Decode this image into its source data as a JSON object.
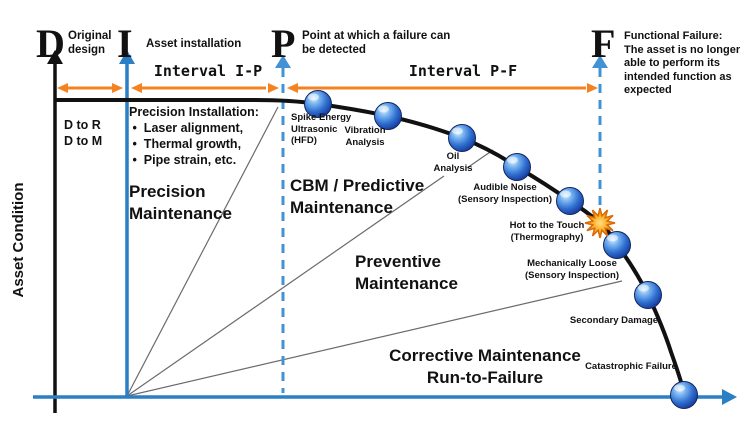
{
  "y_axis": {
    "label": "Asset Condition"
  },
  "markers": {
    "d": {
      "letter": "D",
      "description": "Original\ndesign"
    },
    "i": {
      "letter": "I",
      "description": "Asset installation"
    },
    "p": {
      "letter": "P",
      "description": "Point at which a failure can\nbe detected"
    },
    "f": {
      "letter": "F",
      "description": "Functional Failure:\nThe asset is no longer\nable to perform its\nintended function as\nexpected"
    }
  },
  "intervals": {
    "i_p": "Interval I-P",
    "p_f": "Interval P-F"
  },
  "annotations": {
    "d_to": "D to R\nD to M",
    "precision_installation": "Precision Installation:\n •  Laser alignment,\n •  Thermal growth,\n •  Pipe strain, etc."
  },
  "zones": {
    "precision": "Precision\nMaintenance",
    "cbm_predictive": "CBM / Predictive\nMaintenance",
    "preventive": "Preventive\nMaintenance",
    "corrective": "Corrective Maintenance\nRun-to-Failure"
  },
  "failure_points": [
    {
      "label": "Spike Energy\nUltrasonic\n(HFD)"
    },
    {
      "label": "Vibration\nAnalysis"
    },
    {
      "label": "Oil\nAnalysis"
    },
    {
      "label": "Audible Noise\n(Sensory Inspection)"
    },
    {
      "label": "Hot to the Touch\n(Thermography)"
    },
    {
      "label": "Mechanically Loose\n(Sensory Inspection)"
    },
    {
      "label": "Secondary Damage"
    },
    {
      "label": "Catastrophic Failure"
    }
  ],
  "colors": {
    "axis_blue": "#2a7fc5",
    "dashed_blue": "#4393d4",
    "interval_orange": "#f58220",
    "curve_black": "#111111",
    "divider_gray": "#6b6b6b",
    "sphere_blue": "#2f6fd0",
    "star_orange": "#f59d18"
  }
}
